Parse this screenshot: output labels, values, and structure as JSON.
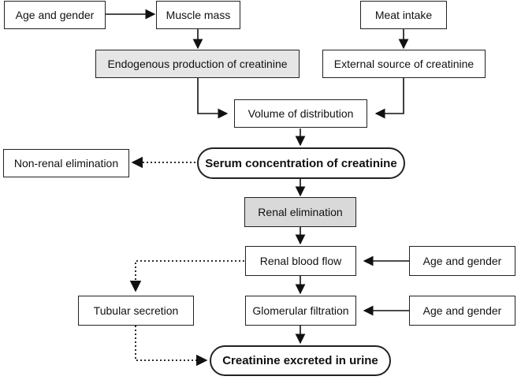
{
  "nodes": {
    "age_gender_top": "Age and gender",
    "muscle_mass": "Muscle mass",
    "meat_intake": "Meat intake",
    "endogenous_production": "Endogenous production of creatinine",
    "external_source": "External source of creatinine",
    "volume_distribution": "Volume of distribution",
    "non_renal_elimination": "Non-renal elimination",
    "serum_concentration": "Serum concentration of creatinine",
    "renal_elimination": "Renal elimination",
    "renal_blood_flow": "Renal blood flow",
    "age_gender_rbf": "Age and gender",
    "tubular_secretion": "Tubular secretion",
    "glomerular_filtration": "Glomerular filtration",
    "age_gender_gfr": "Age and gender",
    "creatinine_excreted": "Creatinine excreted in urine"
  }
}
